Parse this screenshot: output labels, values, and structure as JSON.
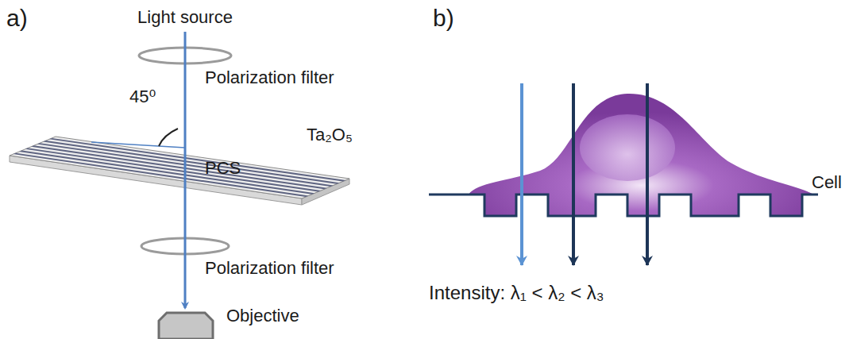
{
  "diagram": {
    "labels": [
      "a)",
      "Light source",
      "Polarization filter",
      "45⁰",
      "Ta₂O₅",
      "PCS",
      "Polarization filter",
      "Objective",
      "b)",
      "Cell",
      "Intensity: λ₁ < λ₂ < λ₃"
    ]
  }
}
